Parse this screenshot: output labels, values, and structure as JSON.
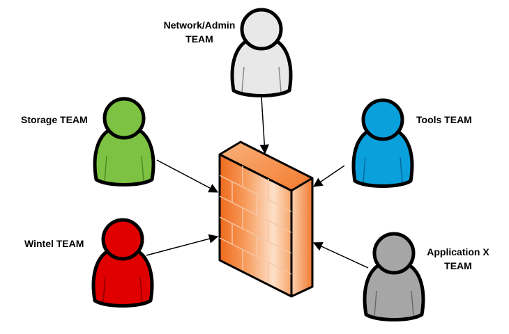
{
  "teams": {
    "network_admin": {
      "line1": "Network/Admin",
      "line2": "TEAM",
      "color": "#e8e8e8"
    },
    "storage": {
      "line1": "Storage TEAM",
      "color": "#7dc242"
    },
    "tools": {
      "line1": "Tools TEAM",
      "color": "#0aa0dc"
    },
    "wintel": {
      "line1": "Wintel TEAM",
      "color": "#e00000"
    },
    "application_x": {
      "line1": "Application X",
      "line2": "TEAM",
      "color": "#a6a6a6"
    }
  },
  "firewall": {
    "icon": "firewall-icon",
    "color": "#f5823c"
  }
}
